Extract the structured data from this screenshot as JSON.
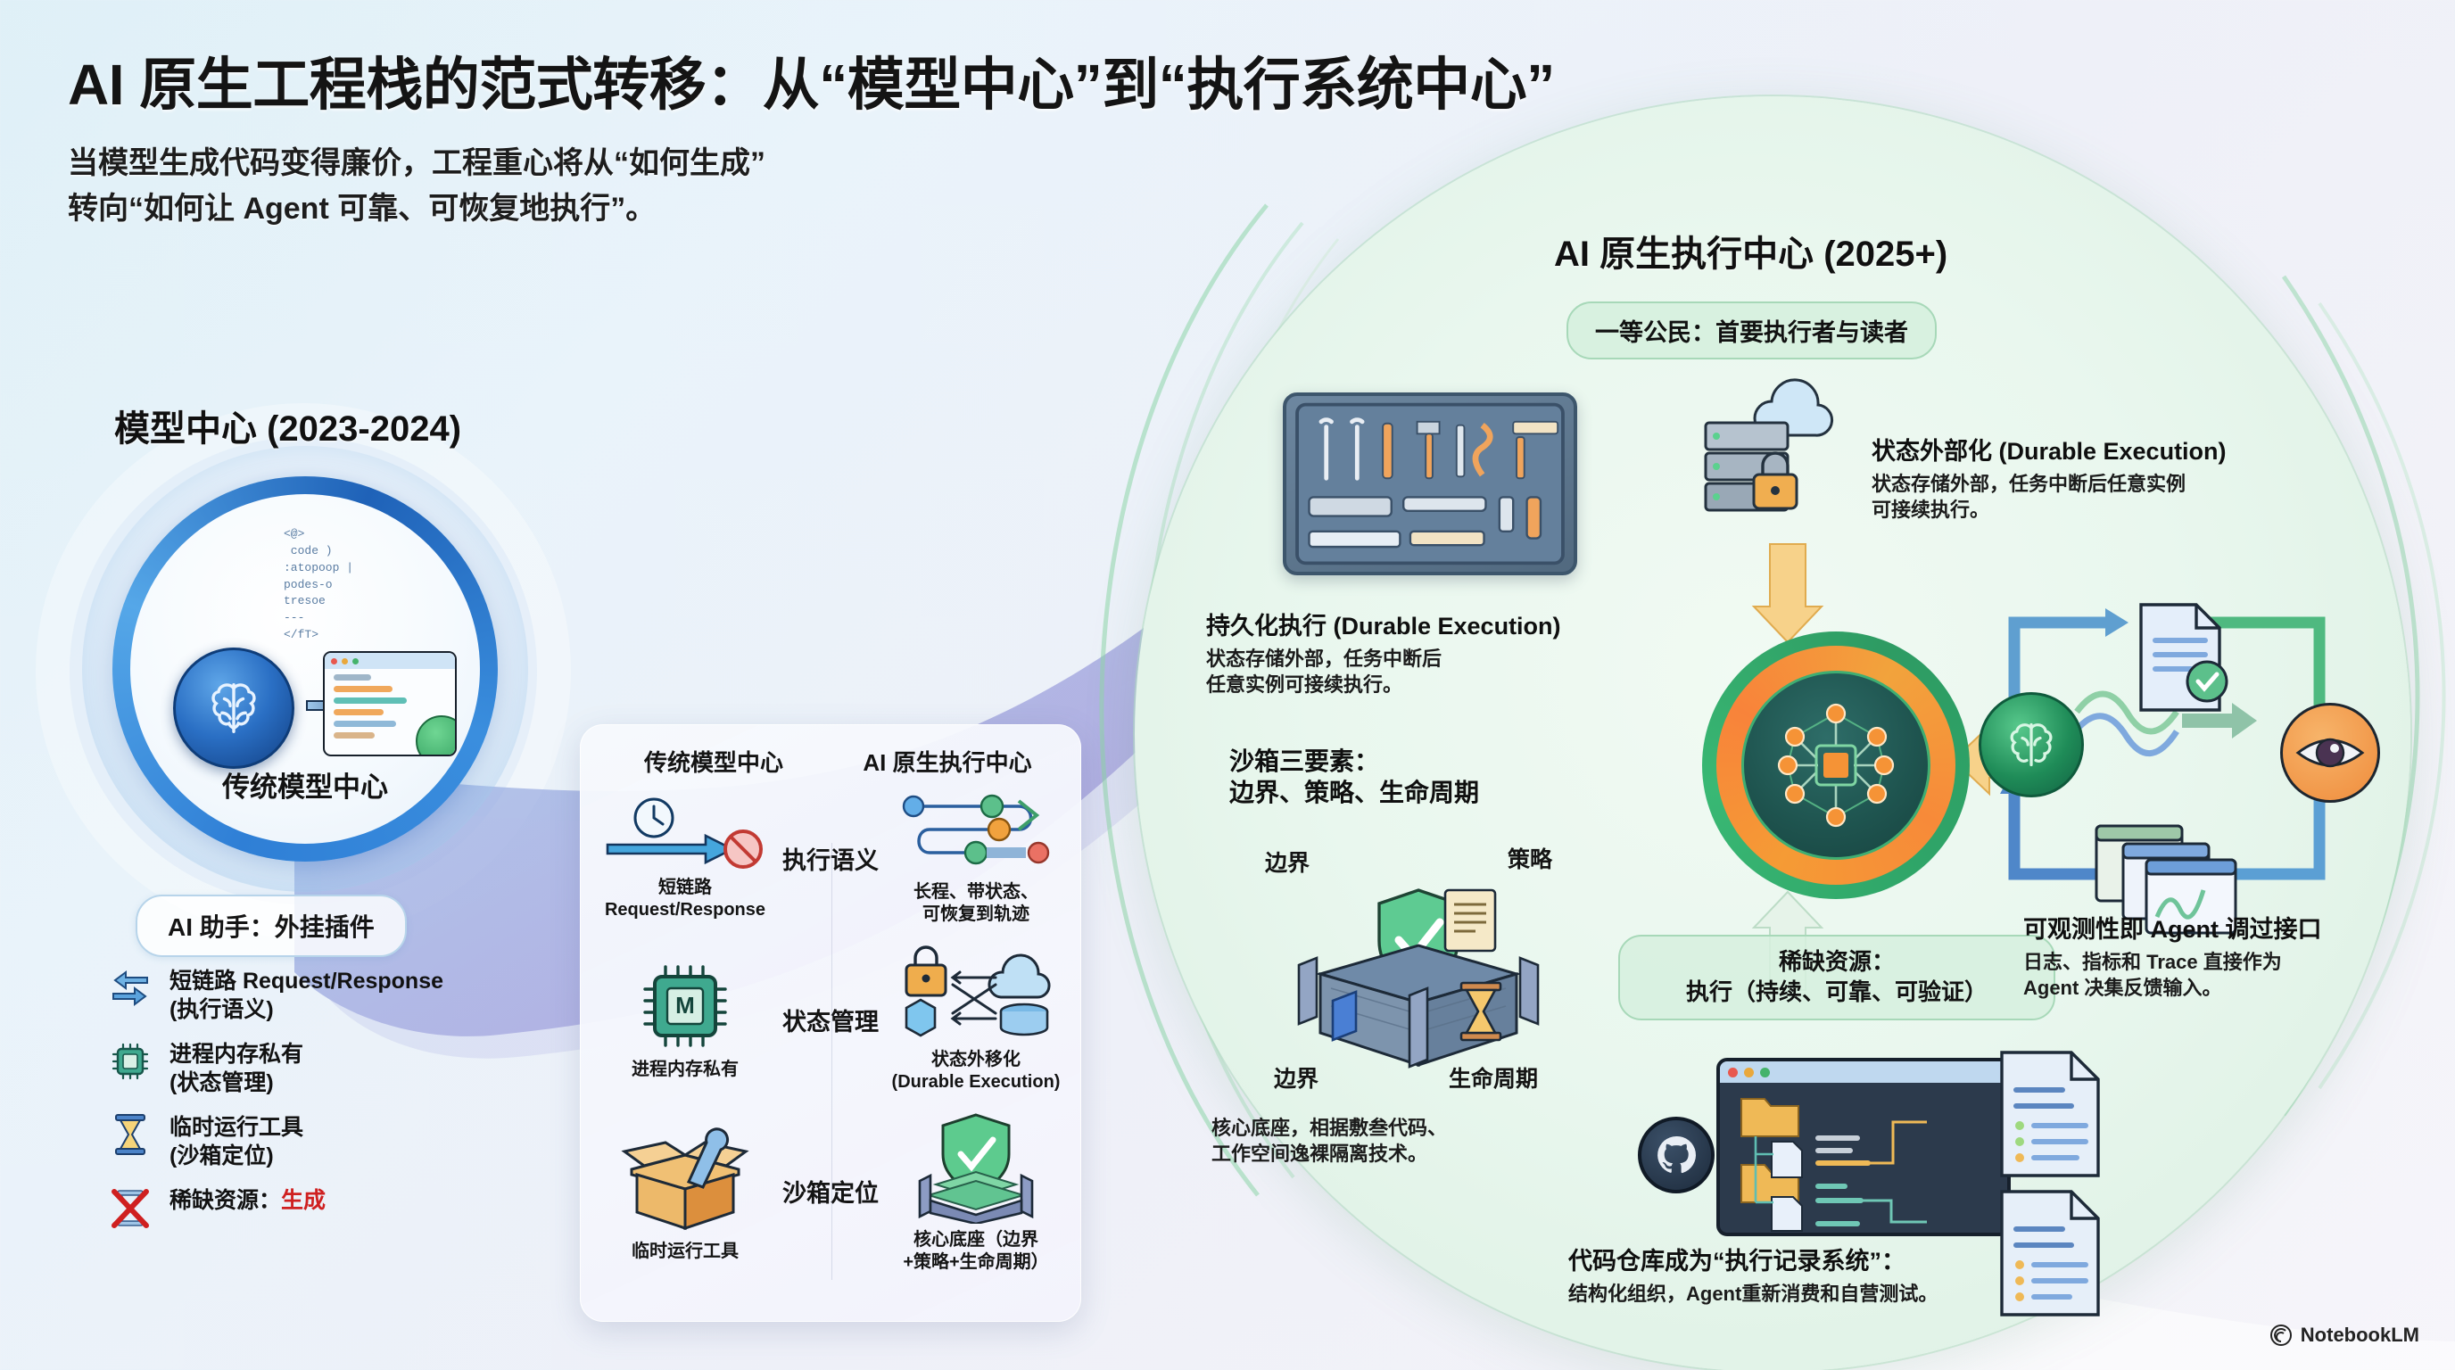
{
  "header": {
    "title": "AI 原生工程栈的范式转移：从“模型中心”到“执行系统中心”",
    "subtitle_line1": "当模型生成代码变得廉价，工程重心将从“如何生成”",
    "subtitle_line2": "转向“如何让 Agent 可靠、可恢复地执行”。"
  },
  "left": {
    "heading": "模型中心 (2023-2024)",
    "circle_label": "传统模型中心",
    "ai_assistant_pill": "AI 助手：外挂插件",
    "code_snippet": "<@>\n code )\n:atopoop |\npodes-o\ntresoe\n---\n</fT>",
    "bullets": [
      {
        "icon": "bidirectional-arrow-icon",
        "line1": "短链路 Request/Response",
        "line2": "(执行语义)"
      },
      {
        "icon": "chip-icon",
        "line1": "进程内存私有",
        "line2": "(状态管理)"
      },
      {
        "icon": "hourglass-icon",
        "line1": "临时运行工具",
        "line2": "(沙箱定位)"
      },
      {
        "icon": "crossed-hourglass-icon",
        "line1": "稀缺资源：",
        "line2": "",
        "highlight": "生成"
      }
    ]
  },
  "comparison": {
    "head_left": "传统模型中心",
    "head_right": "AI 原生执行中心",
    "rows": [
      {
        "middle": "执行语义",
        "left_icon": "clock-blocked-arrow-icon",
        "left_caption_1": "短链路",
        "left_caption_2": "Request/Response",
        "right_icon": "workflow-graph-icon",
        "right_caption_1": "长程、带状态、",
        "right_caption_2": "可恢复到轨迹"
      },
      {
        "middle": "状态管理",
        "left_icon": "memory-chip-icon",
        "left_caption_1": "进程内存私有",
        "left_caption_2": "",
        "right_icon": "lock-cloud-database-icon",
        "right_caption_1": "状态外移化",
        "right_caption_2": "(Durable Execution)"
      },
      {
        "middle": "沙箱定位",
        "left_icon": "toolbox-open-icon",
        "left_caption_1": "临时运行工具",
        "left_caption_2": "",
        "right_icon": "shield-sandbox-icon",
        "right_caption_1": "核心底座（边界",
        "right_caption_2": "+策略+生命周期）"
      }
    ]
  },
  "right": {
    "heading": "AI 原生执行中心 (2025+)",
    "citizen_pill": "一等公民：首要执行者与读者",
    "scarce_pill_line1": "稀缺资源：",
    "scarce_pill_line2": "执行（持续、可靠、可验证）",
    "blocks": {
      "durable": {
        "title": "持久化执行 (Durable Execution)",
        "body_line1": "状态存储外部，任务中断后",
        "body_line2": "任意实例可接续执行。"
      },
      "state_external": {
        "title": "状态外部化 (Durable Execution)",
        "body_line1": "状态存储外部，任务中断后任意实例",
        "body_line2": "可接续执行。"
      },
      "sandbox": {
        "title_line1": "沙箱三要素：",
        "title_line2": "边界、策略、生命周期",
        "label_boundary_top": "边界",
        "label_policy": "策略",
        "label_boundary_bottom": "边界",
        "label_lifecycle": "生命周期",
        "caption_line1": "核心底座，相据敷叁代码、",
        "caption_line2": "工作空间逸裸隔离技术。"
      },
      "observability": {
        "title": "可观测性即 Agent 调过接口",
        "body_line1": "日志、指标和 Trace 直接作为",
        "body_line2": "Agent 决集反馈输入。"
      },
      "repository": {
        "title": "代码仓库成为“执行记录系统”：",
        "body": "结构化组织，Agent重新消费和自营测试。"
      }
    }
  },
  "watermark": {
    "label": "NotebookLM",
    "icon": "notebooklm-icon"
  },
  "colors": {
    "title": "#141414",
    "left_accent": "#2f7fd6",
    "right_accent": "#2fa568",
    "hub_orange": "#f5903a",
    "highlight_red": "#cf2020",
    "bg_from": "#dff0f7",
    "bg_to": "#f6f5fa"
  }
}
